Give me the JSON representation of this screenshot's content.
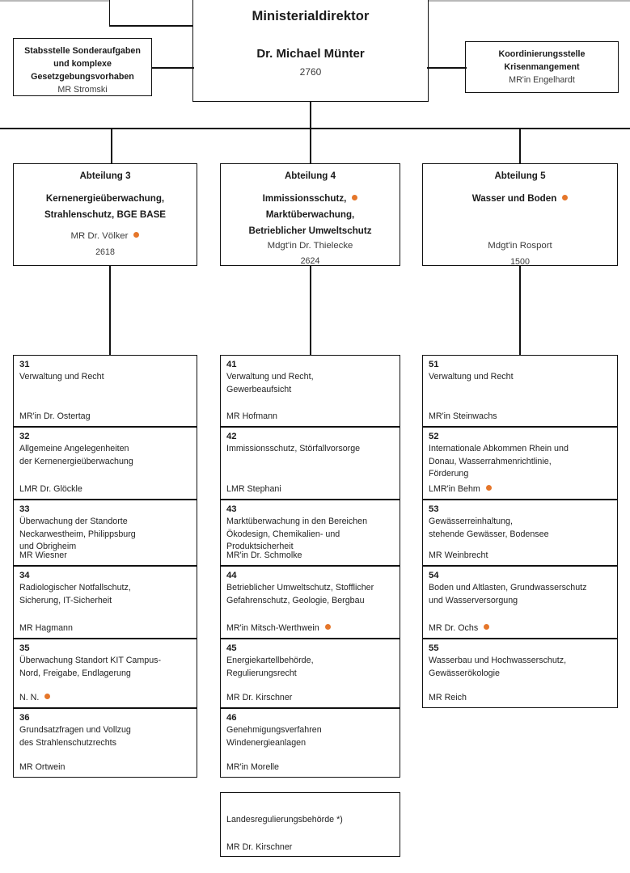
{
  "accent_color": "#e5762a",
  "head": {
    "title": "Ministerialdirektor",
    "name": "Dr. Michael Münter",
    "ext": "2760"
  },
  "staff_left": {
    "line1": "Stabsstelle Sonderaufgaben",
    "line2": "und komplexe",
    "line3": "Gesetzgebungsvorhaben",
    "person": "MR Stromski"
  },
  "staff_right": {
    "line1": "Koordinierungsstelle",
    "line2": "Krisenmangement",
    "person": "MR'in Engelhardt"
  },
  "departments": [
    {
      "number": "Abteilung 3",
      "title_line1": "Kernenergieüberwachung,",
      "title_line2": "Strahlenschutz, BGE BASE",
      "title_line1_dot": false,
      "title_line2_dot": false,
      "title_line3": "",
      "person": "MR Dr. Völker",
      "person_dot": true,
      "ext": "2618"
    },
    {
      "number": "Abteilung 4",
      "title_line1": "Immissionsschutz,",
      "title_line2": "Marktüberwachung,",
      "title_line3": "Betrieblicher Umweltschutz",
      "title_line1_dot": true,
      "title_line2_dot": false,
      "person": "Mdgt'in Dr. Thielecke",
      "person_dot": false,
      "ext": "2624"
    },
    {
      "number": "Abteilung 5",
      "title_line1": "Wasser und Boden",
      "title_line2": "",
      "title_line3": "",
      "title_line1_dot": true,
      "title_line2_dot": false,
      "person": "Mdgt'in Rosport",
      "person_dot": false,
      "ext": "1500"
    }
  ],
  "column1": [
    {
      "number": "31",
      "task": "Verwaltung und Recht",
      "person": "MR'in Dr. Ostertag",
      "dot": false
    },
    {
      "number": "32",
      "task": "Allgemeine Angelegenheiten\nder Kernenergieüberwachung",
      "person": "LMR Dr. Glöckle",
      "dot": false
    },
    {
      "number": "33",
      "task": "Überwachung der Standorte\nNeckarwestheim, Philippsburg\nund Obrigheim",
      "person": "MR Wiesner",
      "dot": false
    },
    {
      "number": "34",
      "task": "Radiologischer Notfallschutz,\nSicherung, IT-Sicherheit",
      "person": "MR Hagmann",
      "dot": false
    },
    {
      "number": "35",
      "task": "Überwachung Standort KIT Campus-\nNord, Freigabe, Endlagerung",
      "person": "N. N.",
      "dot": true
    },
    {
      "number": "36",
      "task": "Grundsatzfragen und Vollzug\ndes Strahlenschutzrechts",
      "person": "MR Ortwein",
      "dot": false
    }
  ],
  "column2": [
    {
      "number": "41",
      "task": "Verwaltung und Recht,\nGewerbeaufsicht",
      "person": "MR Hofmann",
      "dot": false
    },
    {
      "number": "42",
      "task": "Immissionsschutz, Störfallvorsorge",
      "person": "LMR Stephani",
      "dot": false
    },
    {
      "number": "43",
      "task": "Marktüberwachung in den Bereichen\nÖkodesign, Chemikalien- und\nProduktsicherheit",
      "person": "MR'in Dr. Schmolke",
      "dot": false
    },
    {
      "number": "44",
      "task": "Betrieblicher Umweltschutz, Stofflicher\nGefahrenschutz, Geologie, Bergbau",
      "person": "MR'in Mitsch-Werthwein",
      "dot": true
    },
    {
      "number": "45",
      "task": "Energiekartellbehörde,\nRegulierungsrecht",
      "person": "MR Dr. Kirschner",
      "dot": false
    },
    {
      "number": "46",
      "task": "Genehmigungsverfahren\nWindenergieanlagen",
      "person": "MR'in Morelle",
      "dot": false
    }
  ],
  "column3": [
    {
      "number": "51",
      "task": "Verwaltung und Recht",
      "person": "MR'in Steinwachs",
      "dot": false
    },
    {
      "number": "52",
      "task": "Internationale Abkommen Rhein und\nDonau, Wasserrahmenrichtlinie,\nFörderung",
      "person": "LMR'in Behm",
      "dot": true
    },
    {
      "number": "53",
      "task": "Gewässerreinhaltung,\nstehende Gewässer, Bodensee",
      "person": "MR Weinbrecht",
      "dot": false
    },
    {
      "number": "54",
      "task": "Boden und Altlasten, Grundwasserschutz\nund Wasserversorgung",
      "person": "MR Dr. Ochs",
      "dot": true
    },
    {
      "number": "55",
      "task": "Wasserbau und Hochwasserschutz,\nGewässerökologie",
      "person": "MR Reich",
      "dot": false
    }
  ],
  "standalone": {
    "task": "Landesregulierungsbehörde *)",
    "person": "MR Dr. Kirschner"
  }
}
